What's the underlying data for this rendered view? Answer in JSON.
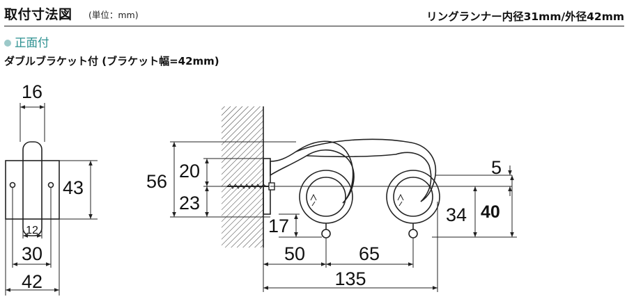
{
  "header": {
    "title": "取付寸法図",
    "unit": "(単位：mm)",
    "spec": "リングランナー内径31mm/外径42mm"
  },
  "section": {
    "label": "正面付"
  },
  "subtitle": "ダブルブラケット付 (ブラケット幅=42mm)",
  "dimensions": {
    "side_top": "16",
    "side_height": "43",
    "side_inner": "12",
    "side_mid": "30",
    "side_base": "42",
    "front_total_height": "56",
    "front_upper": "20",
    "front_lower": "23",
    "front_offset": "5",
    "front_ring_height": "34",
    "front_total_drop": "40",
    "front_hook_height": "17",
    "front_first_gap": "50",
    "front_ring_spacing": "65",
    "front_total_width": "135"
  }
}
